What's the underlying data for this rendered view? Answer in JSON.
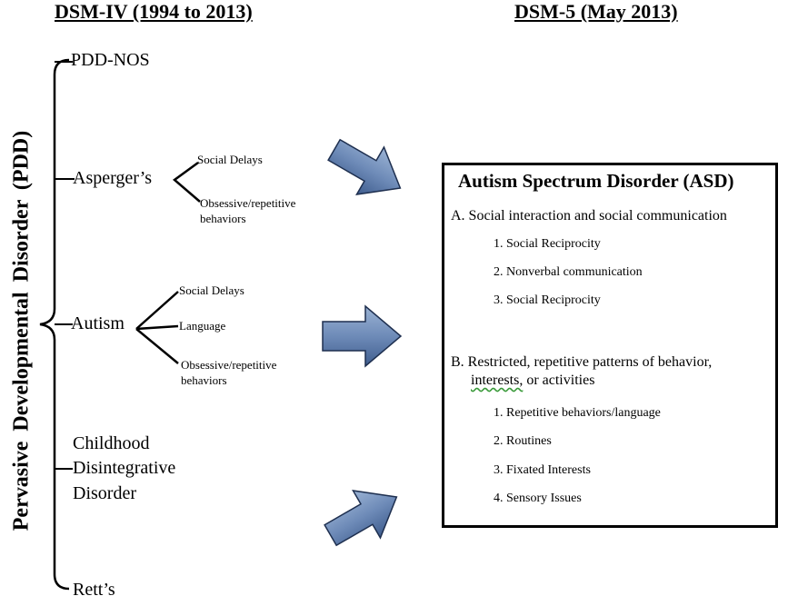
{
  "headers": {
    "left": "DSM-IV (1994 to 2013)",
    "right": "DSM-5 (May 2013)"
  },
  "pdd_label": "Pervasive  Developmental  Disorder (PDD)",
  "dsm4": {
    "pdd_nos": "PDD-NOS",
    "aspergers": {
      "label": "Asperger’s",
      "traits": [
        "Social Delays",
        "Obsessive/repetitive",
        "behaviors"
      ]
    },
    "autism": {
      "label": "Autism",
      "traits": [
        "Social Delays",
        "Language",
        "Obsessive/repetitive",
        "behaviors"
      ]
    },
    "cdd": [
      "Childhood",
      "Disintegrative",
      "Disorder"
    ],
    "retts": "Rett’s"
  },
  "dsm5": {
    "title": "Autism Spectrum Disorder (ASD)",
    "section_a": {
      "title": "A. Social interaction and social communication",
      "items": [
        "1. Social Reciprocity",
        "2. Nonverbal communication",
        "3. Social Reciprocity"
      ]
    },
    "section_b": {
      "title_line1": "B. Restricted, repetitive patterns of behavior,",
      "title_line2_word": "interests,",
      "title_line2_rest": " or activities",
      "items": [
        "1. Repetitive behaviors/language",
        "2. Routines",
        "3. Fixated Interests",
        "4. Sensory Issues"
      ]
    }
  },
  "colors": {
    "arrow_light": "#9bb3d4",
    "arrow_mid": "#6e8bb8",
    "arrow_dark": "#3f5d8e",
    "arrow_outline": "#1e2f4f",
    "spellcheck_underline": "#3a9a3a"
  }
}
